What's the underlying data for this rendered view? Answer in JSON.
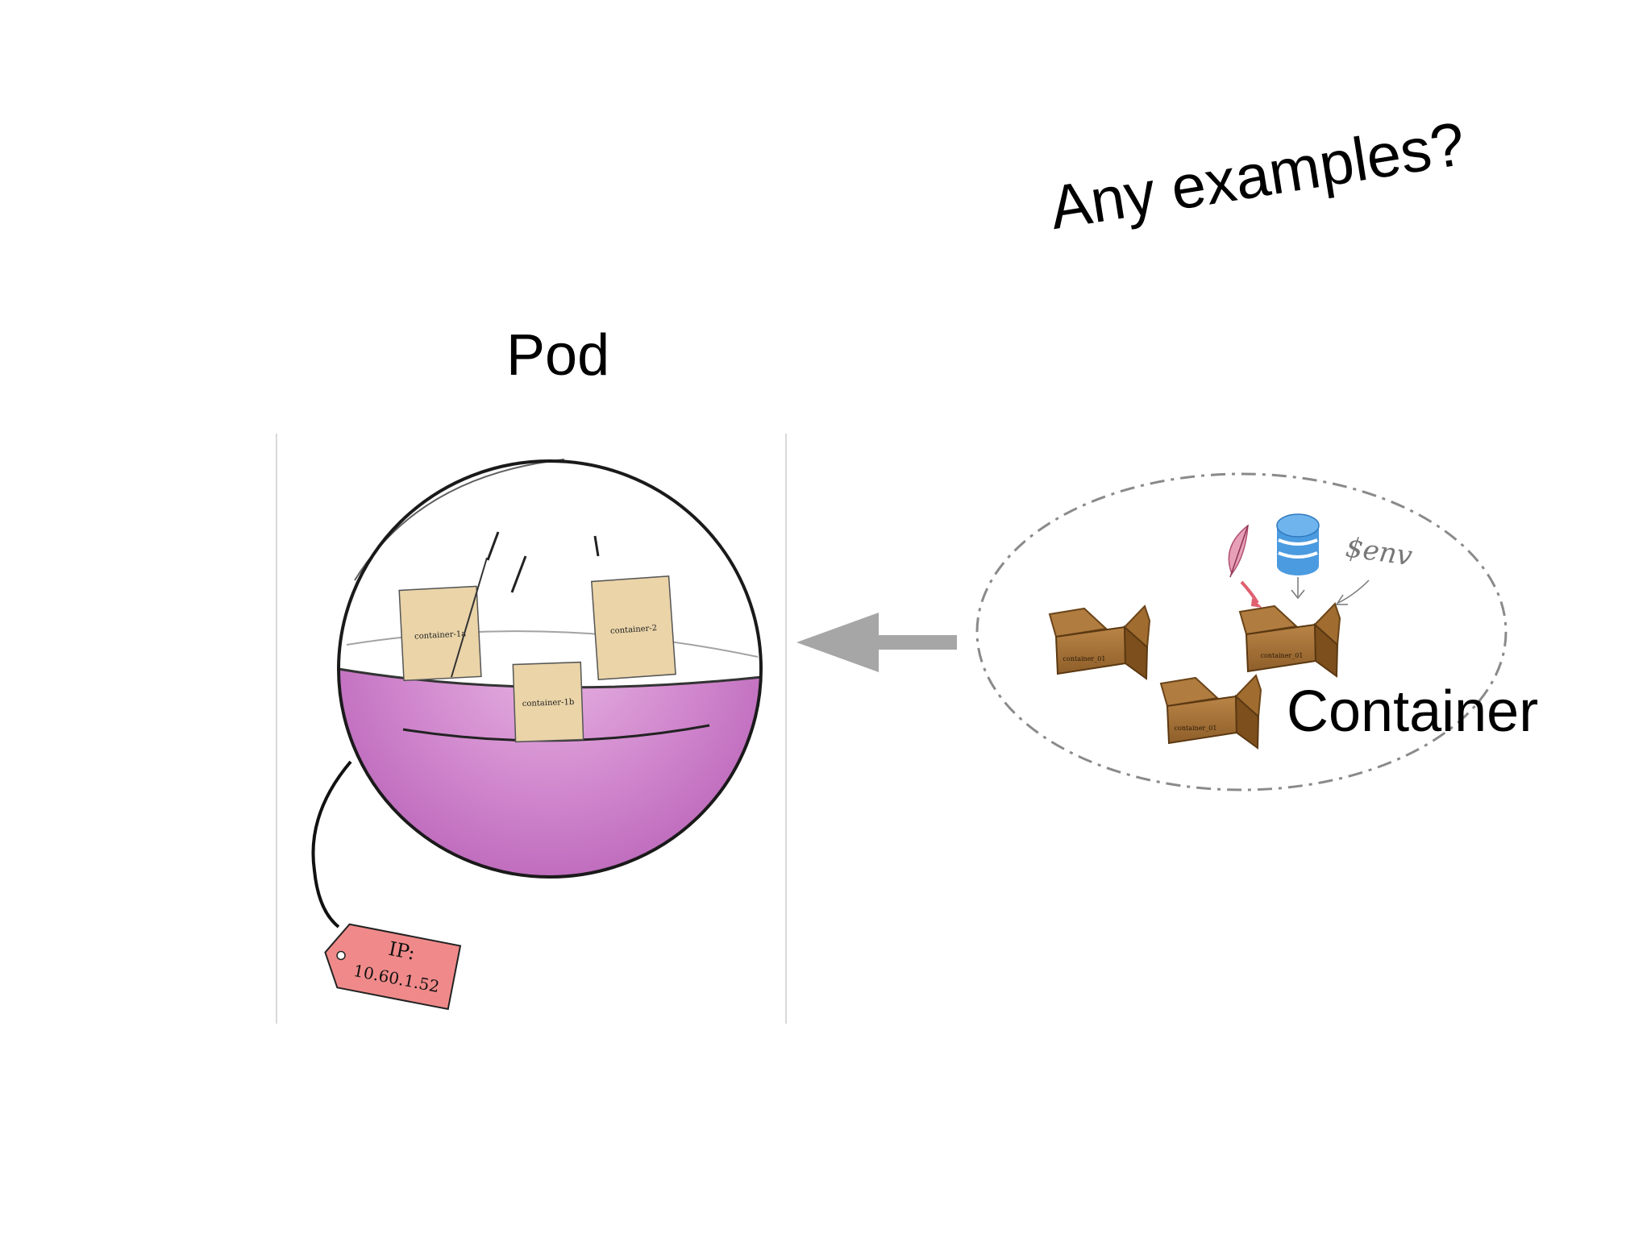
{
  "slide": {
    "question": "Any examples?",
    "pod_label": "Pod",
    "container_label": "Container"
  },
  "pod_illustration": {
    "cards": [
      "container-1a",
      "container-2",
      "container-1b"
    ],
    "tag_line_1": "IP:",
    "tag_line_2": "10.60.1.52"
  },
  "container_cluster": {
    "box_labels": [
      "container_01",
      "container_01",
      "container_01"
    ],
    "env_text": "$env"
  },
  "colors": {
    "liquid": "#c978c6",
    "card": "#ead4a8",
    "box": "#a8753a",
    "tag": "#f08a8a",
    "arrow": "#a6a6a6",
    "database": "#4b9be0"
  }
}
